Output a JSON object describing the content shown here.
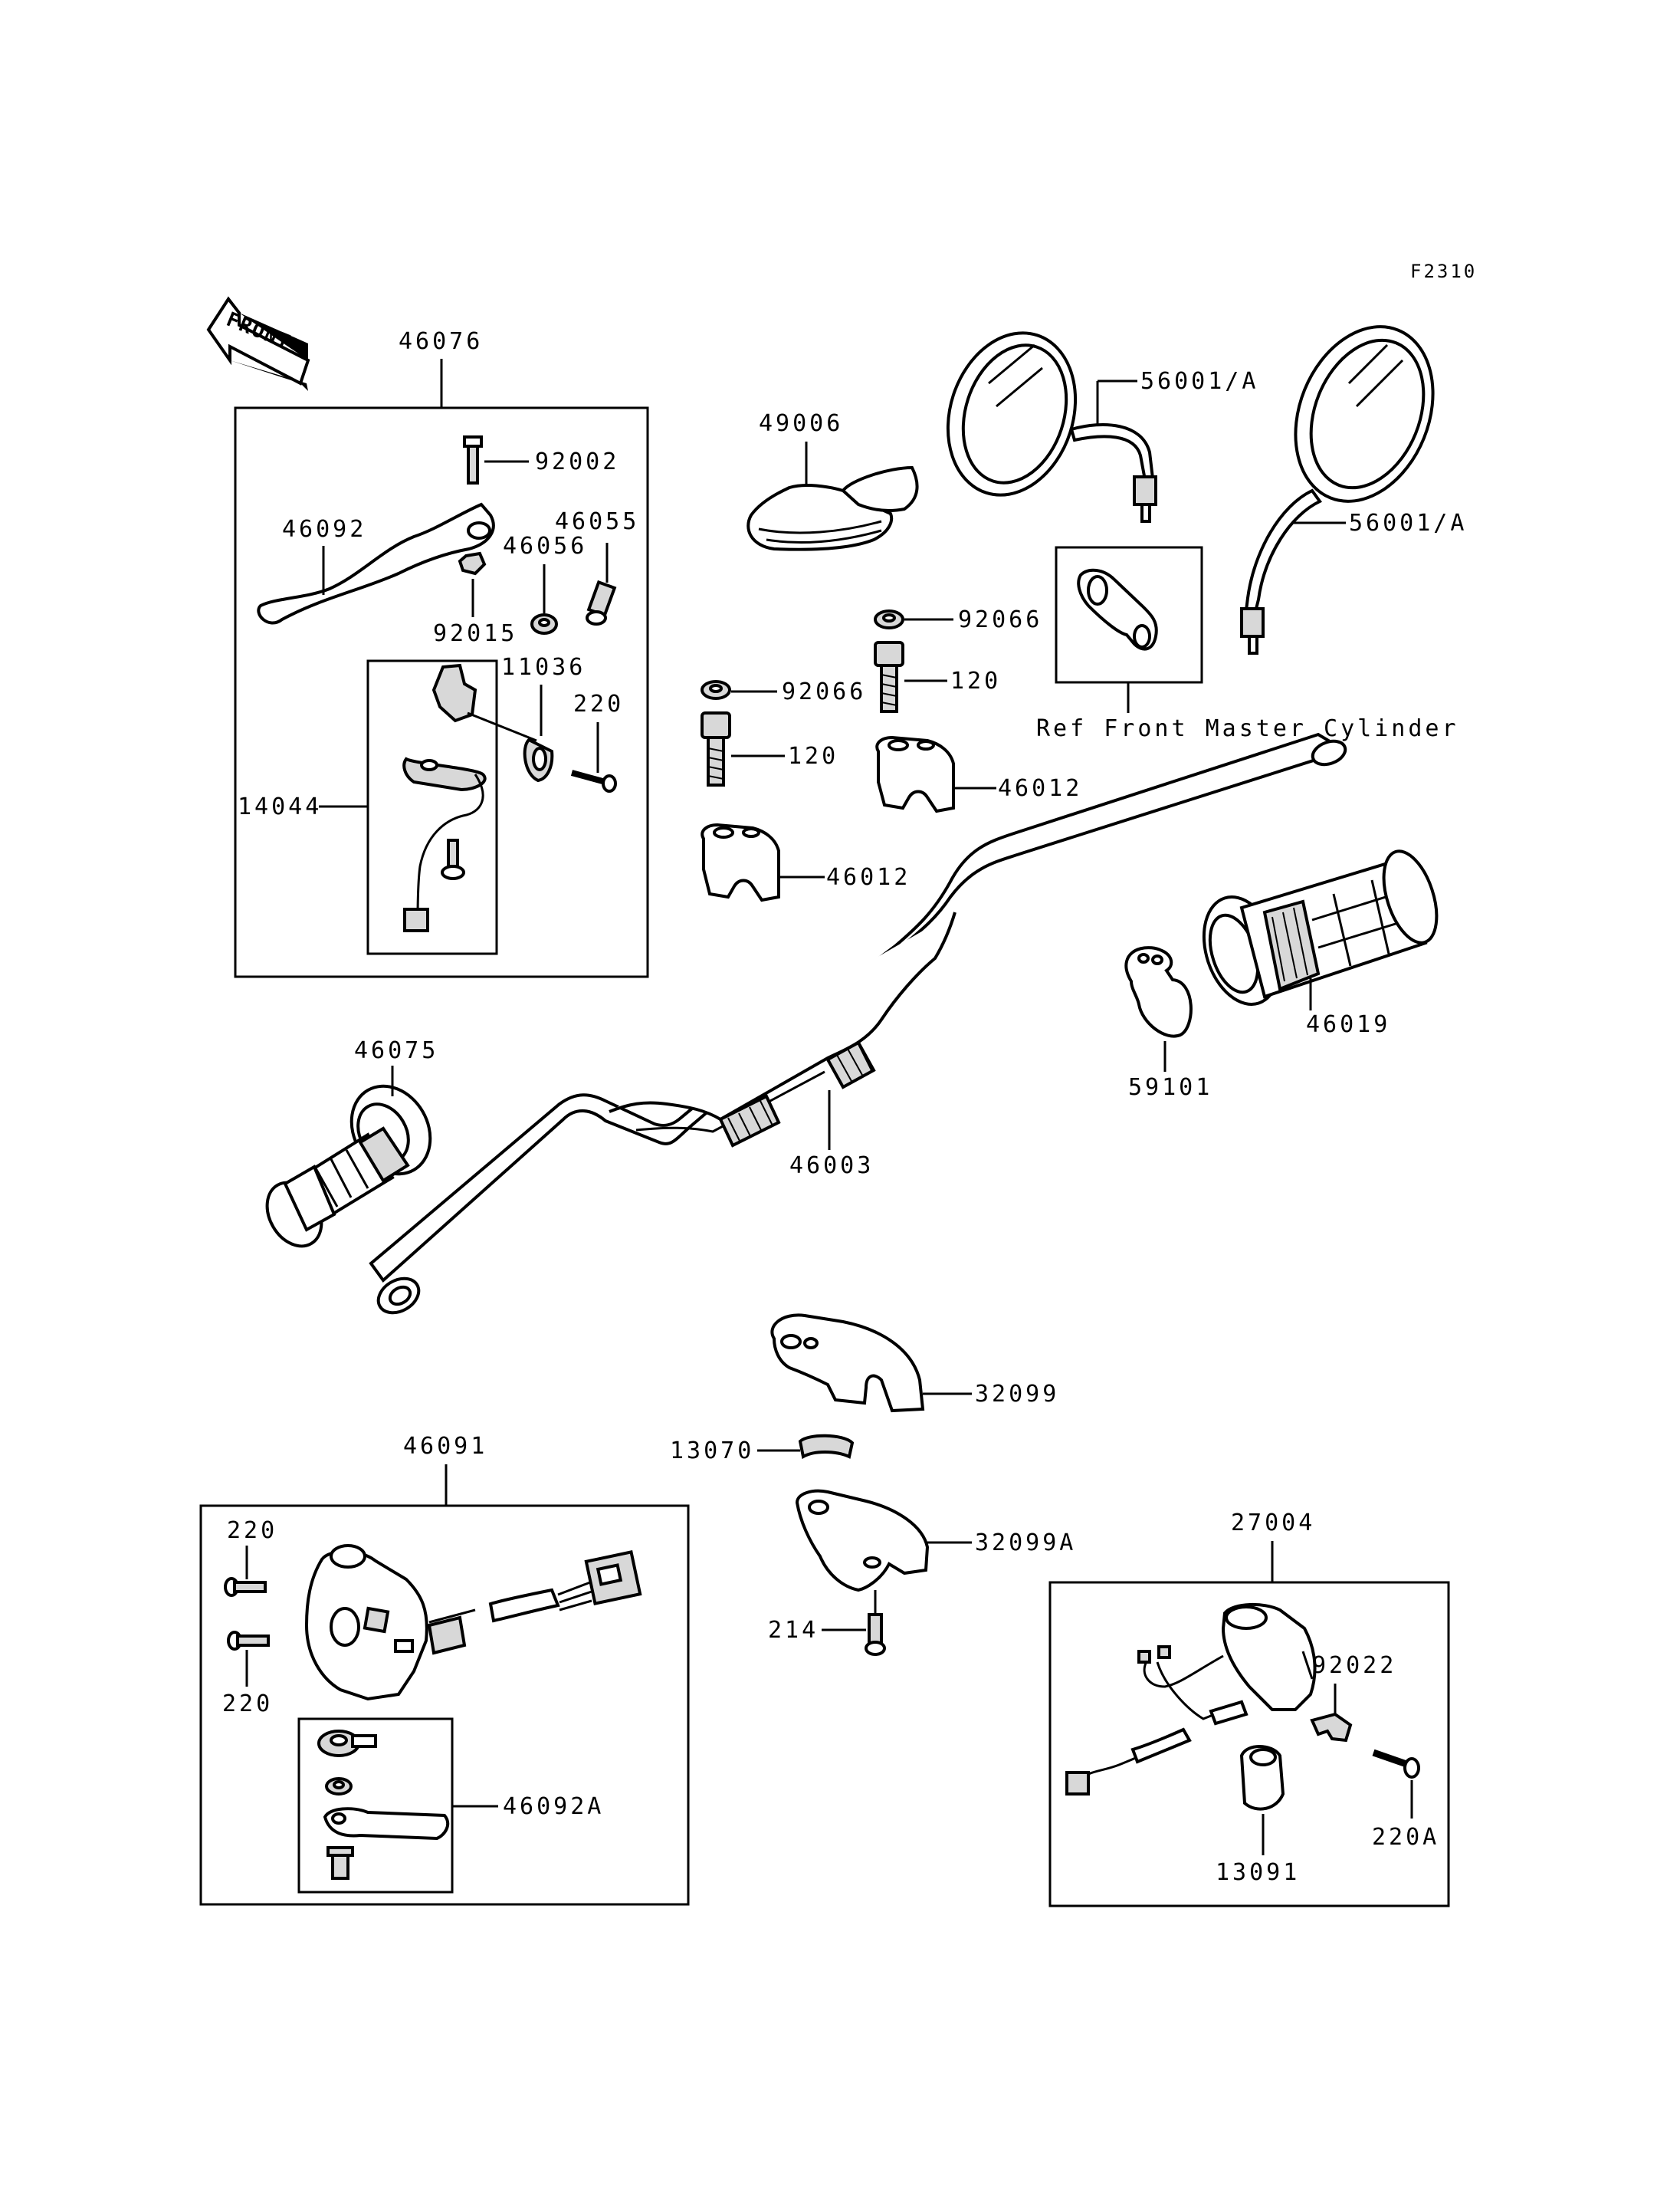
{
  "diagram_code": "F2310",
  "direction_label": "FRONT",
  "callouts": {
    "p46076": "46076",
    "p92002": "92002",
    "p46092": "46092",
    "p46055": "46055",
    "p46056": "46056",
    "p92015": "92015",
    "p11036": "11036",
    "p220_top": "220",
    "p14044": "14044",
    "p49006": "49006",
    "p56001a_1": "56001/A",
    "p56001a_2": "56001/A",
    "p92066_1": "92066",
    "p92066_2": "92066",
    "p120_1": "120",
    "p120_2": "120",
    "p46012_1": "46012",
    "p46012_2": "46012",
    "ref_note": "Ref Front Master Cylinder",
    "p46075": "46075",
    "p46003": "46003",
    "p46019": "46019",
    "p59101": "59101",
    "p32099": "32099",
    "p13070": "13070",
    "p32099a": "32099A",
    "p214": "214",
    "p46091": "46091",
    "p220_a": "220",
    "p220_b": "220",
    "p46092a": "46092A",
    "p27004": "27004",
    "p92022": "92022",
    "p220a": "220A",
    "p13091": "13091"
  }
}
